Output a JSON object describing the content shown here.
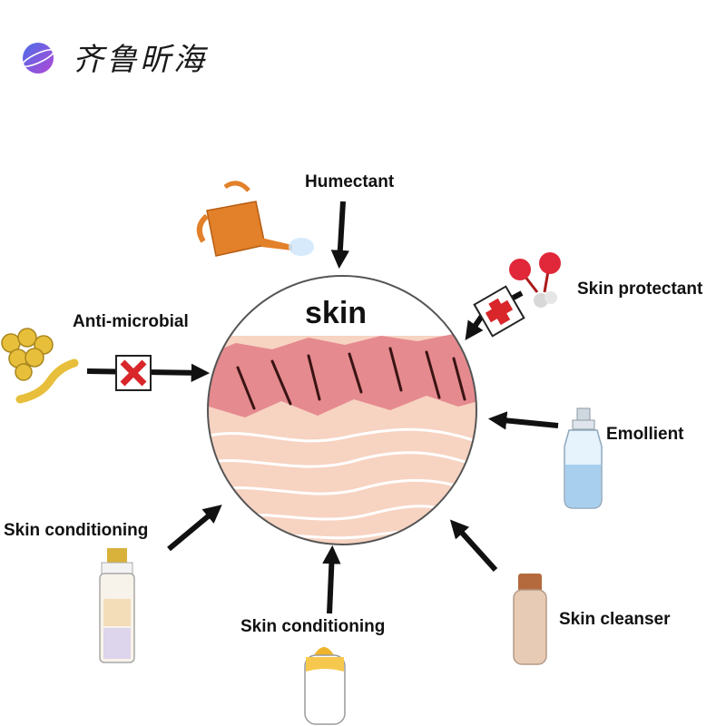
{
  "watermark": {
    "text": "齐鲁昕海",
    "logo_icon": "planet-logo-icon"
  },
  "center": {
    "label": "skin"
  },
  "ingredients": [
    {
      "id": "humectant",
      "label": "Humectant",
      "icon": "watering-can-icon"
    },
    {
      "id": "skin-protectant",
      "label": "Skin protectant",
      "icon": "first-aid-balloons-icon"
    },
    {
      "id": "emollient",
      "label": "Emollient",
      "icon": "spray-bottle-icon"
    },
    {
      "id": "skin-cleanser",
      "label": "Skin cleanser",
      "icon": "cleanser-bottle-icon"
    },
    {
      "id": "skin-conditioning-bottom",
      "label": "Skin conditioning",
      "icon": "lotion-bottle-icon"
    },
    {
      "id": "skin-conditioning-left",
      "label": "Skin conditioning",
      "icon": "serum-bottle-icon"
    },
    {
      "id": "anti-microbial",
      "label": "Anti-microbial",
      "icon": "bacteria-icon"
    }
  ],
  "colors": {
    "arrow": "#111111",
    "epidermis": "#e58a8f",
    "dermis": "#f7d3c2",
    "watering_can": "#e3802a",
    "spray_bottle": "#a8cfee",
    "balloons": "#e0283a",
    "cleanser_bottle": "#e8cbb5",
    "bacteria": "#e7bf3b",
    "cross_red": "#d8262a"
  }
}
